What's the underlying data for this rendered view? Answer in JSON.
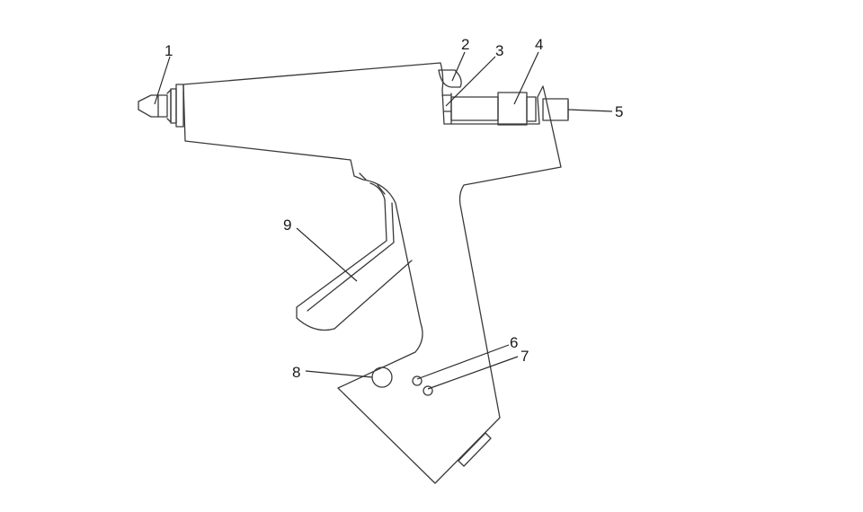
{
  "callouts": [
    {
      "id": "1",
      "label": "1"
    },
    {
      "id": "2",
      "label": "2"
    },
    {
      "id": "3",
      "label": "3"
    },
    {
      "id": "4",
      "label": "4"
    },
    {
      "id": "5",
      "label": "5"
    },
    {
      "id": "6",
      "label": "6"
    },
    {
      "id": "7",
      "label": "7"
    },
    {
      "id": "8",
      "label": "8"
    },
    {
      "id": "9",
      "label": "9"
    }
  ],
  "colors": {
    "background": "#ffffff",
    "line": "#3a3a3a",
    "text": "#1a1a1a"
  }
}
